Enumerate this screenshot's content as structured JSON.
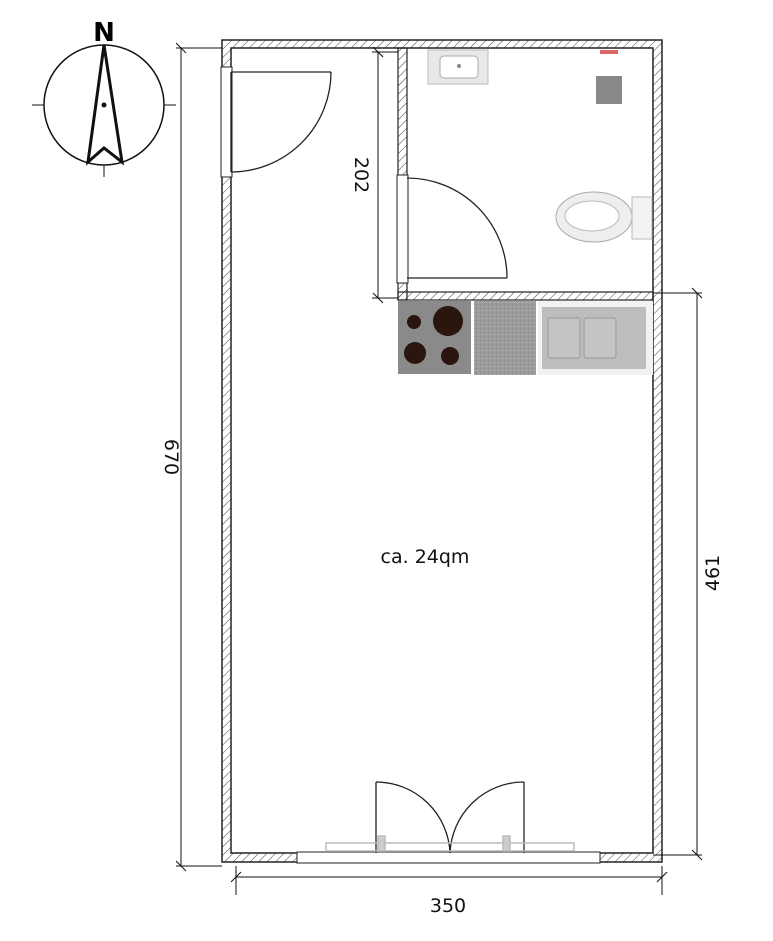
{
  "compass": {
    "north_label": "N"
  },
  "dimensions": {
    "height_total": "670",
    "bathroom_depth": "202",
    "room_depth": "461",
    "width_total": "350"
  },
  "room": {
    "area_label": "ca. 24qm"
  },
  "colors": {
    "wall": "#222222",
    "hatch": "#444444",
    "stove": "#8a8a8a",
    "burner": "#2a160f",
    "counter": "#9a9a9a",
    "sink": "#bdbdbd"
  }
}
